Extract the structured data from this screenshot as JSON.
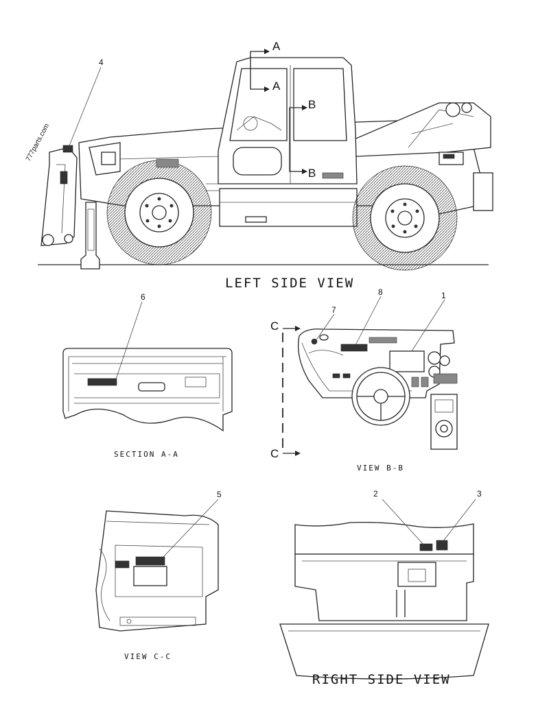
{
  "watermark": "777parts.com",
  "views": {
    "left_side": "LEFT SIDE VIEW",
    "section_aa": "SECTION A-A",
    "view_bb": "VIEW B-B",
    "view_cc": "VIEW C-C",
    "right_side": "RIGHT SIDE VIEW"
  },
  "section_markers": {
    "a_top": "A",
    "a_bottom": "A",
    "b_top": "B",
    "b_bottom": "B",
    "c_top": "C",
    "c_bottom": "C"
  },
  "callouts": [
    "1",
    "2",
    "3",
    "4",
    "5",
    "6",
    "7",
    "8"
  ]
}
